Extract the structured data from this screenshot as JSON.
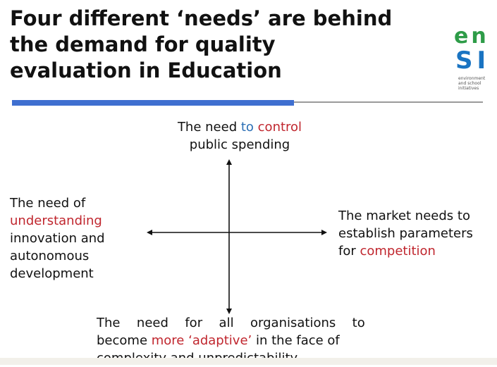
{
  "title": {
    "line1": "Four different ‘needs’  are behind",
    "line2": "the demand for quality",
    "line3": "evaluation in Education"
  },
  "logo": {
    "line1": "en",
    "line2": "SI",
    "sub1": "environment",
    "sub2": "and school",
    "sub3": "initiatives"
  },
  "quadrants": {
    "top": {
      "pre": "The need ",
      "to": "to",
      "space": " ",
      "control": "control",
      "line2": "public spending"
    },
    "left": {
      "line1": "The need of",
      "highlight": "understanding",
      "line3": "innovation and",
      "line4": "autonomous",
      "line5": "development"
    },
    "right": {
      "line1": "The market needs to",
      "line2": "establish parameters",
      "line3_pre": "for ",
      "highlight": "competition"
    },
    "bottom": {
      "line1": "The  need  for  all  organisations  to",
      "line2_pre": "become ",
      "highlight": "more ‘adaptive’",
      "line2_post": " in the face of",
      "line3": "complexity and unpredictability"
    }
  },
  "colors": {
    "accent_blue": "#3f6fd0",
    "highlight_red": "#c0262e",
    "highlight_blue": "#2b6fb5"
  }
}
